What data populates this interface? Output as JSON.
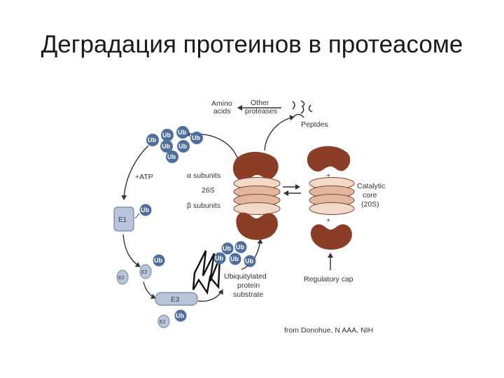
{
  "title": "Деградация протеинов в протеасоме",
  "labels": {
    "amino": "Amino",
    "acids": "acids",
    "other": "Other",
    "proteases": "proteases",
    "peptides": "Peptdes",
    "atp": "+ATP",
    "alpha_subunits": "α subunits",
    "s26": "26S",
    "beta_subunits": "β subunits",
    "catalytic": "Catalytic",
    "core": "core",
    "s20": "(20S)",
    "regulatory_cap": "Regulatory cap",
    "ubiquitylated": "Ubiquitylated",
    "protein": "protein",
    "substrate": "substrate",
    "ub": "Ub",
    "e1": "E1",
    "e2": "E2",
    "e3": "E3",
    "plus": "+"
  },
  "credit": "from Donohue, N AAA, NIH",
  "colors": {
    "cap_brown": "#8a3e26",
    "ring_light": "#f3d9c8",
    "ring_mid": "#e3b79e",
    "ubiquitin_blue": "#4e6f9e",
    "enzyme_fill": "#b9c5da",
    "enzyme_stroke": "#6f82a8",
    "arrow": "#333333"
  }
}
